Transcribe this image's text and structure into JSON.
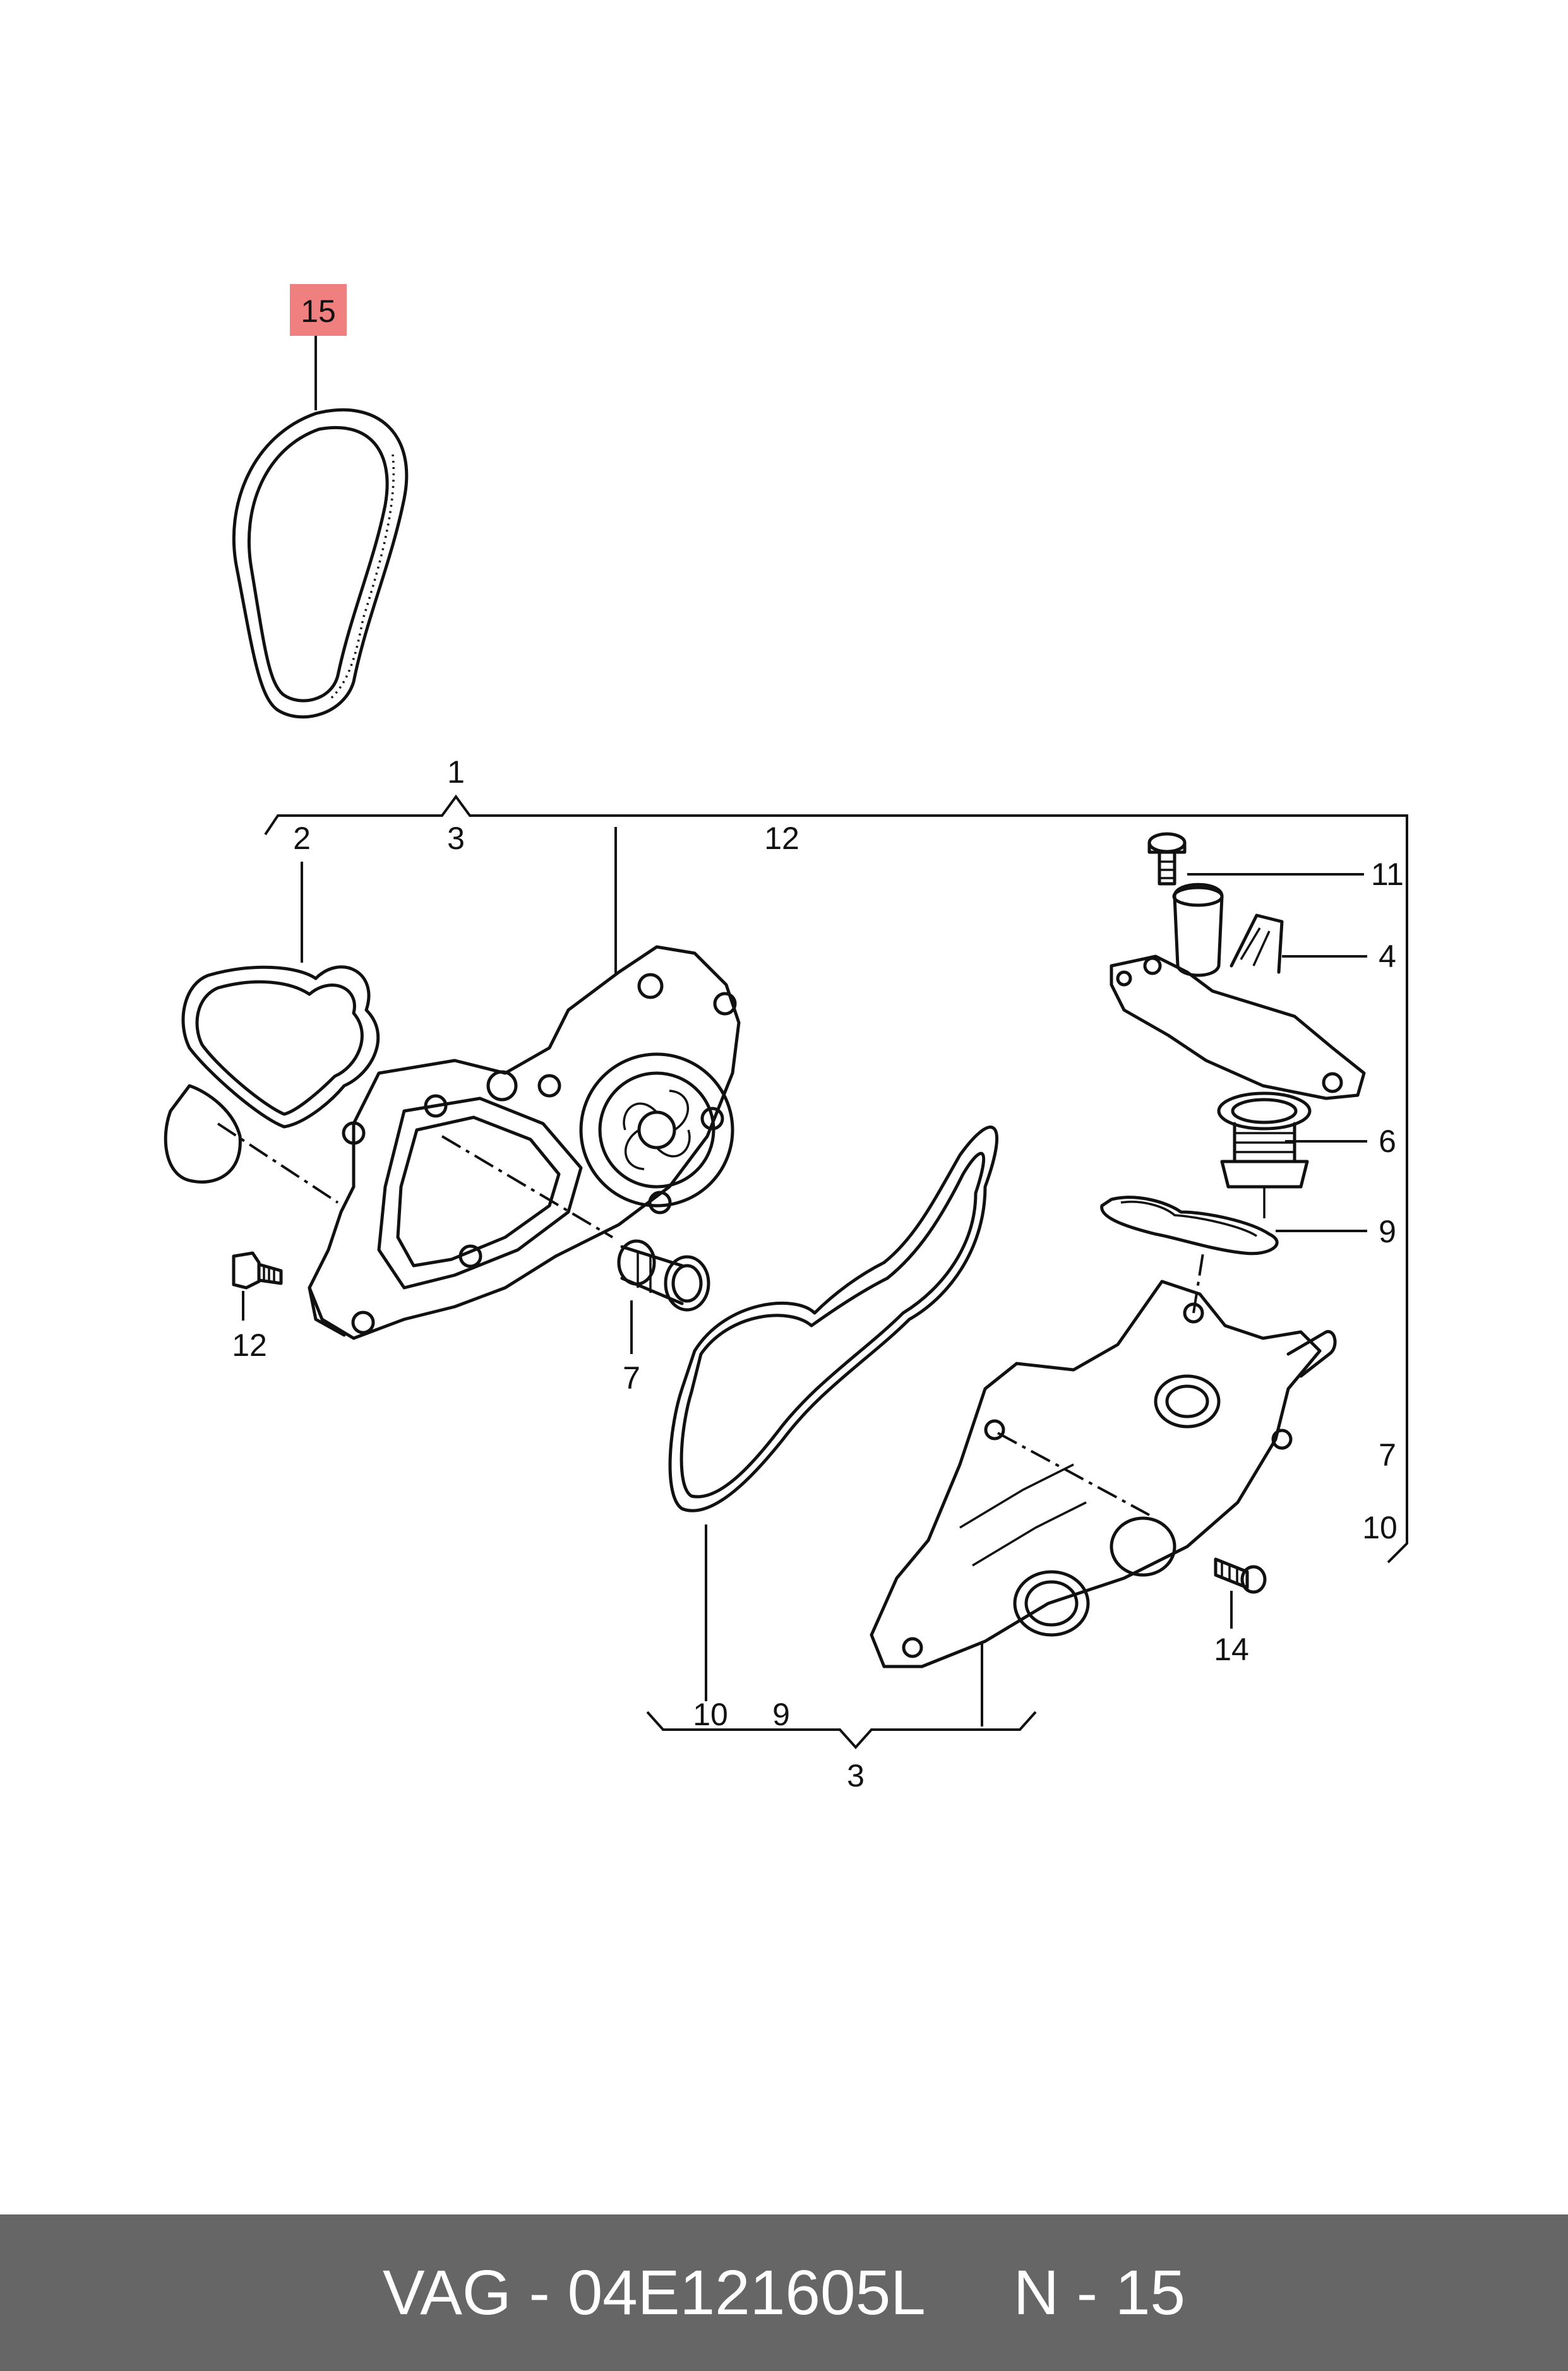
{
  "callouts": {
    "belt": "15",
    "group_top": "1",
    "top_3": "3",
    "top_12": "12",
    "gasket_2": "2",
    "bolt_12": "12",
    "pipe_7": "7",
    "bolt_11": "11",
    "housing_4": "4",
    "thermostat_6": "6",
    "seal_9": "9",
    "right_7": "7",
    "right_10": "10",
    "bolt_14": "14",
    "bottom_10": "10",
    "bottom_9": "9",
    "bottom_3": "3"
  },
  "highlight_color": "#f08080",
  "footer": {
    "part_label": "VAG - 04E121605L",
    "ref_label": "N - 15"
  }
}
